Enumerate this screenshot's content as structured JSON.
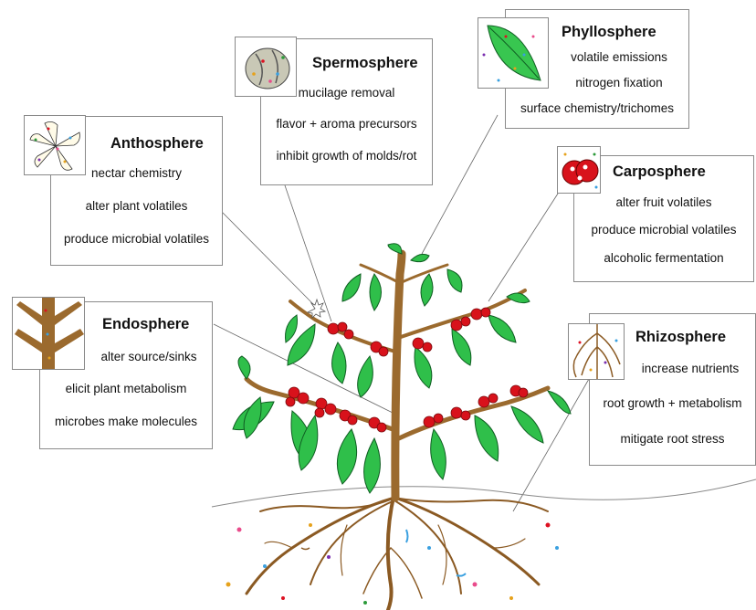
{
  "boxes": {
    "anthosphere": {
      "title": "Anthosphere",
      "lines": [
        "nectar chemistry",
        "alter plant volatiles",
        "produce microbial volatiles"
      ]
    },
    "spermosphere": {
      "title": "Spermosphere",
      "lines": [
        "mucilage removal",
        "flavor + aroma precursors",
        "inhibit growth of molds/rot"
      ]
    },
    "phyllosphere": {
      "title": "Phyllosphere",
      "lines": [
        "volatile emissions",
        "nitrogen fixation",
        "surface chemistry/trichomes"
      ]
    },
    "carposphere": {
      "title": "Carposphere",
      "lines": [
        "alter fruit volatiles",
        "produce microbial volatiles",
        "alcoholic fermentation"
      ]
    },
    "endosphere": {
      "title": "Endosphere",
      "lines": [
        "alter source/sinks",
        "elicit plant metabolism",
        "microbes make molecules"
      ]
    },
    "rhizosphere": {
      "title": "Rhizosphere",
      "lines": [
        "increase nutrients",
        "root growth + metabolism",
        "mitigate root  stress"
      ]
    }
  },
  "colors": {
    "stem": "#9b6a2e",
    "leaf": "#2fbf4a",
    "leaf_dark": "#168a34",
    "berry": "#d8121b",
    "border": "#8a8a8a"
  }
}
